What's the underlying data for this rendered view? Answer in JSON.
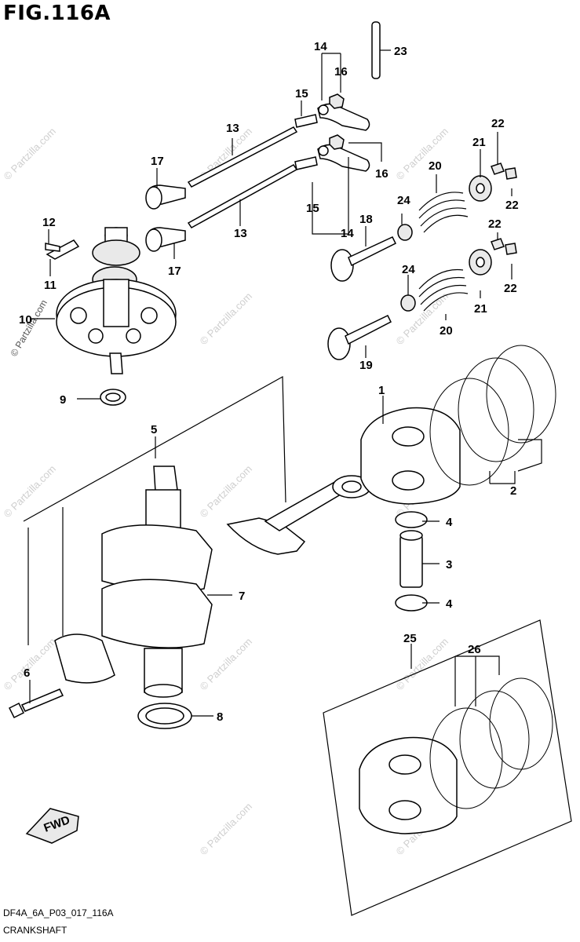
{
  "figure_title": "FIG.116A",
  "footer": {
    "code": "DF4A_6A_P03_017_116A",
    "section_name": "CRANKSHAFT"
  },
  "watermark_text": "© Partzilla.com",
  "callouts": [
    "1",
    "2",
    "3",
    "4",
    "4",
    "5",
    "6",
    "7",
    "8",
    "9",
    "10",
    "11",
    "12",
    "13",
    "13",
    "14",
    "14",
    "15",
    "15",
    "16",
    "16",
    "17",
    "17",
    "18",
    "19",
    "20",
    "20",
    "21",
    "21",
    "22",
    "22",
    "22",
    "22",
    "23",
    "24",
    "24",
    "25",
    "26"
  ],
  "fwd_label": "FWD",
  "colors": {
    "line": "#000000",
    "watermark": "#cfcfcf",
    "background": "#ffffff"
  }
}
